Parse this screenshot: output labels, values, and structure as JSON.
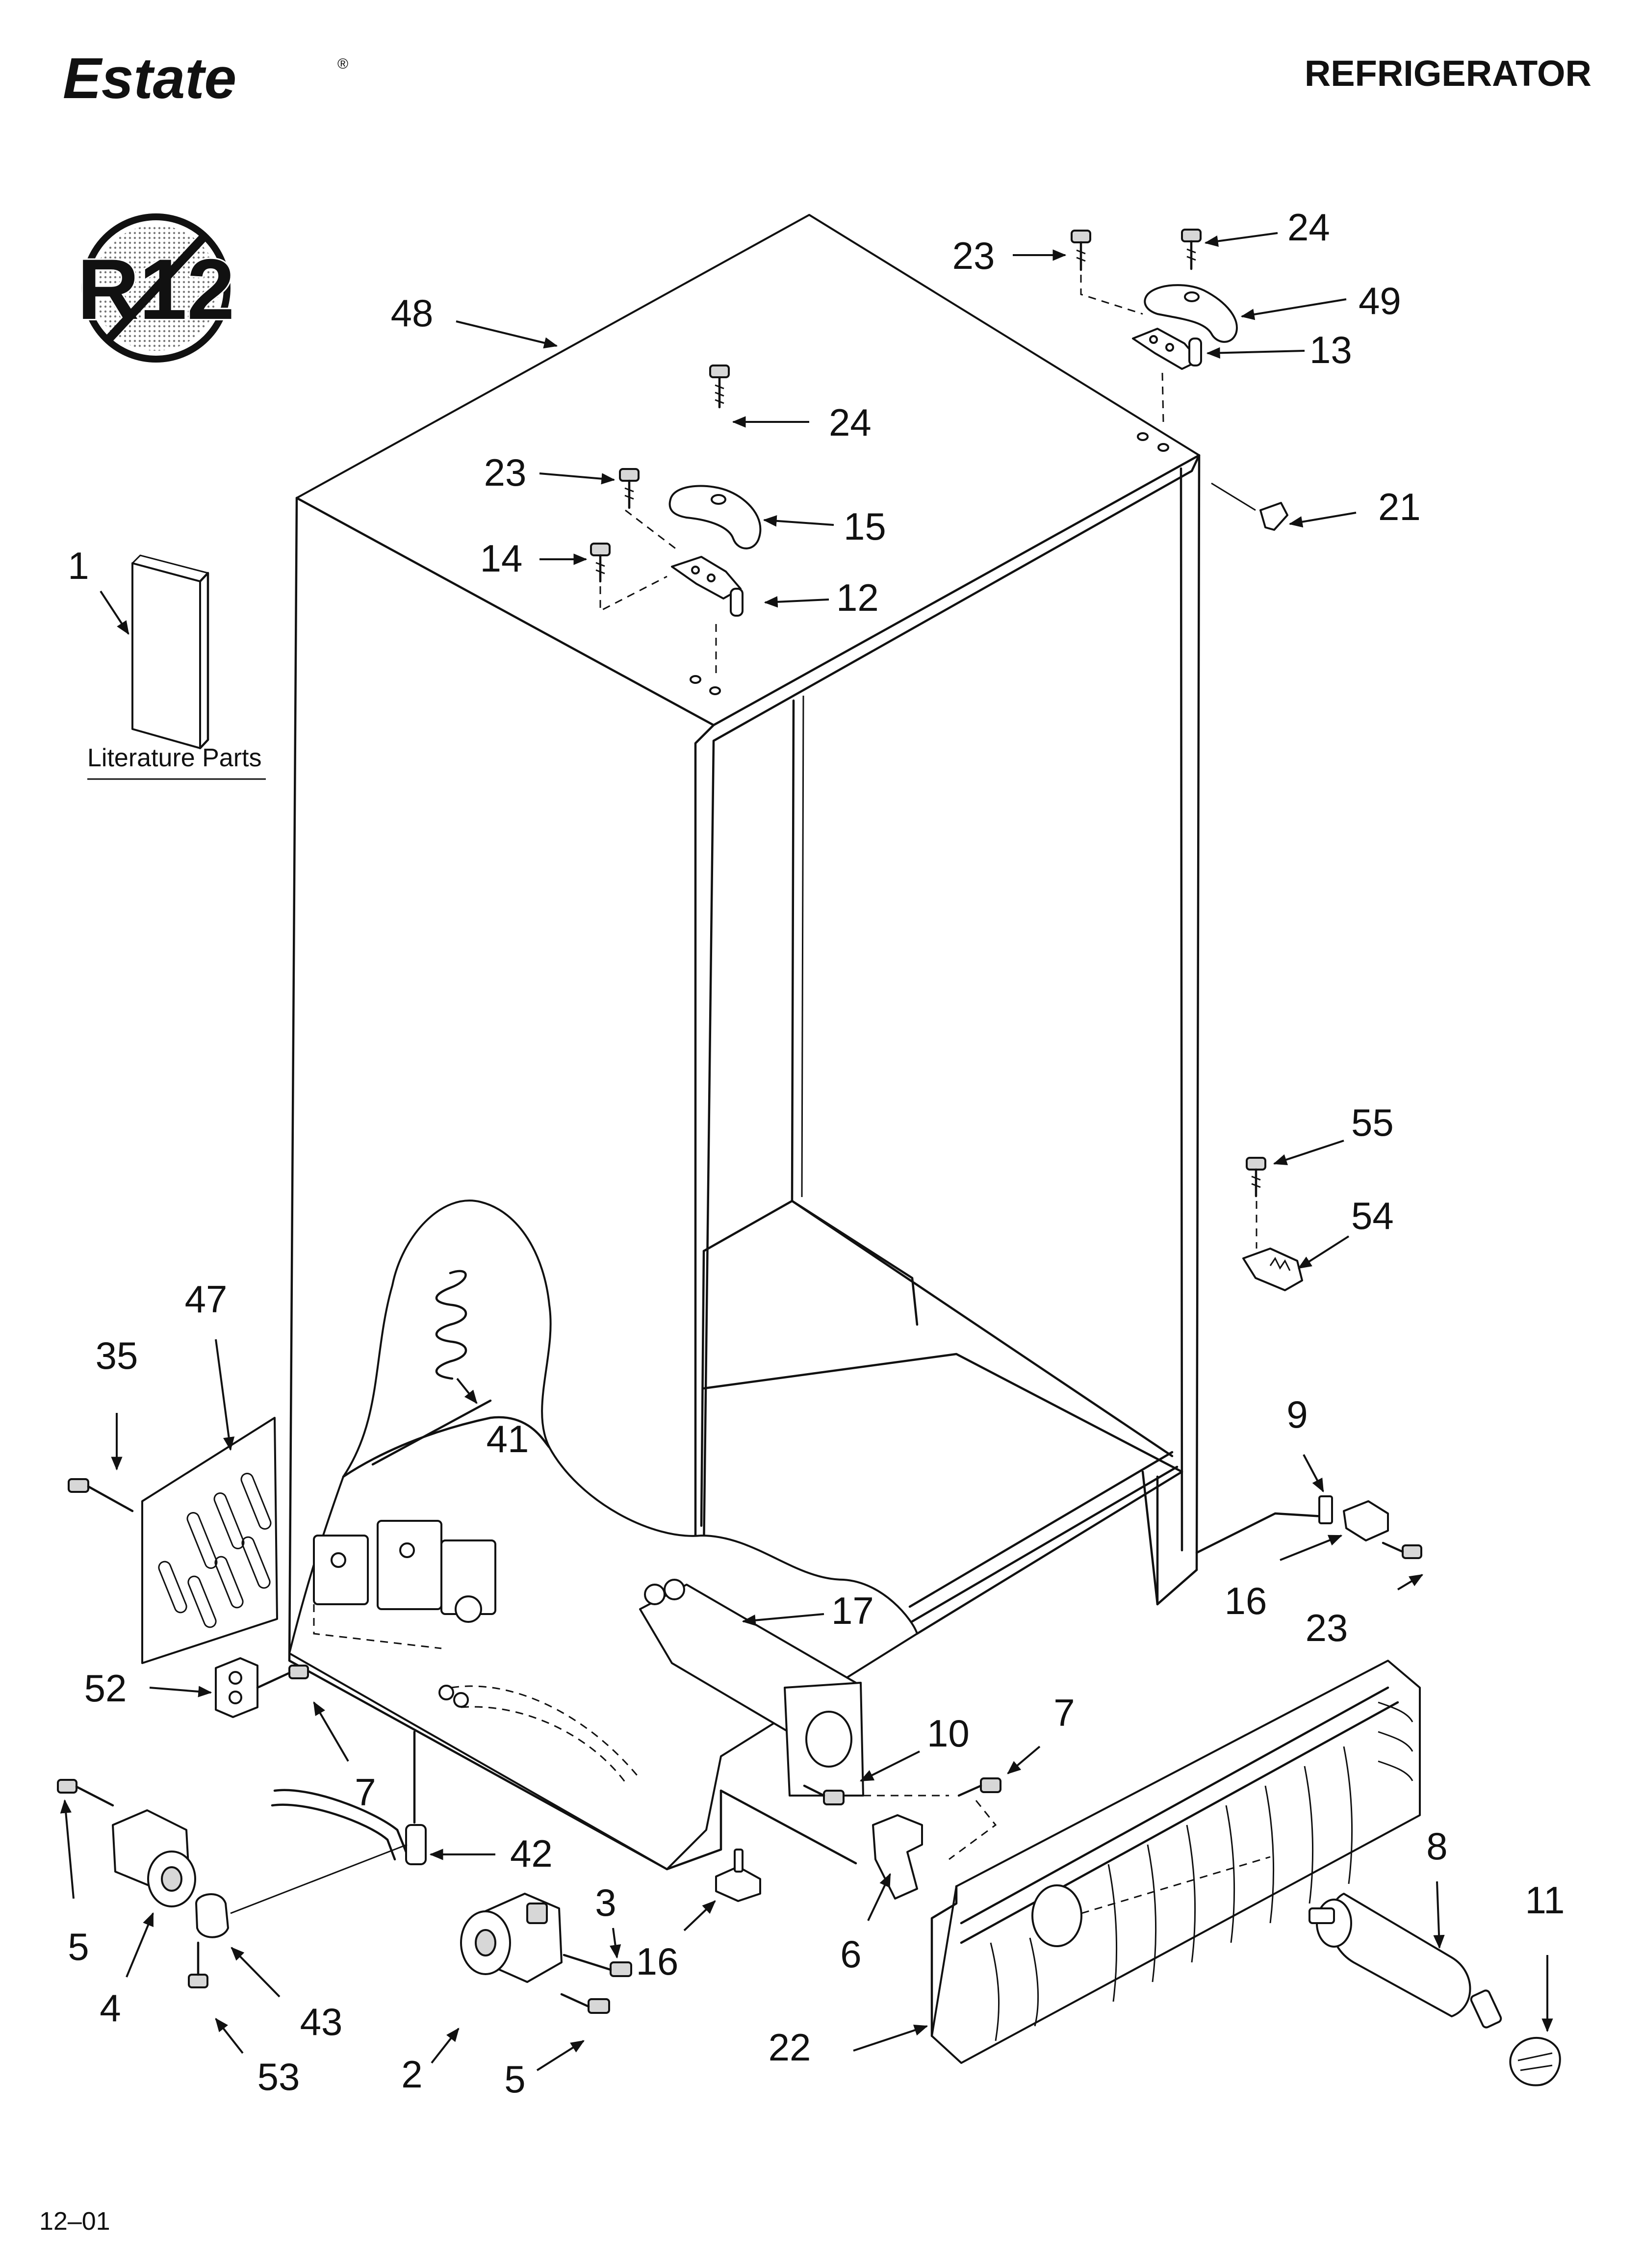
{
  "header": {
    "brand": "Estate",
    "brand_mark": "®",
    "product": "REFRIGERATOR"
  },
  "badge": {
    "text": "R12",
    "icon": "no-r12-refrigerant-icon"
  },
  "literature": {
    "label": "Literature Parts"
  },
  "callouts": {
    "c1": "1",
    "c2": "2",
    "c3": "3",
    "c4": "4",
    "c5a": "5",
    "c5b": "5",
    "c6": "6",
    "c7a": "7",
    "c7b": "7",
    "c8": "8",
    "c9": "9",
    "c10": "10",
    "c11": "11",
    "c12": "12",
    "c13": "13",
    "c14": "14",
    "c15": "15",
    "c16a": "16",
    "c16b": "16",
    "c17": "17",
    "c21": "21",
    "c22": "22",
    "c23a": "23",
    "c23b": "23",
    "c23c": "23",
    "c24a": "24",
    "c24b": "24",
    "c35": "35",
    "c41": "41",
    "c42": "42",
    "c43": "43",
    "c47": "47",
    "c48": "48",
    "c49": "49",
    "c52": "52",
    "c53": "53",
    "c54": "54",
    "c55": "55"
  },
  "footer": {
    "code": "12–01"
  }
}
